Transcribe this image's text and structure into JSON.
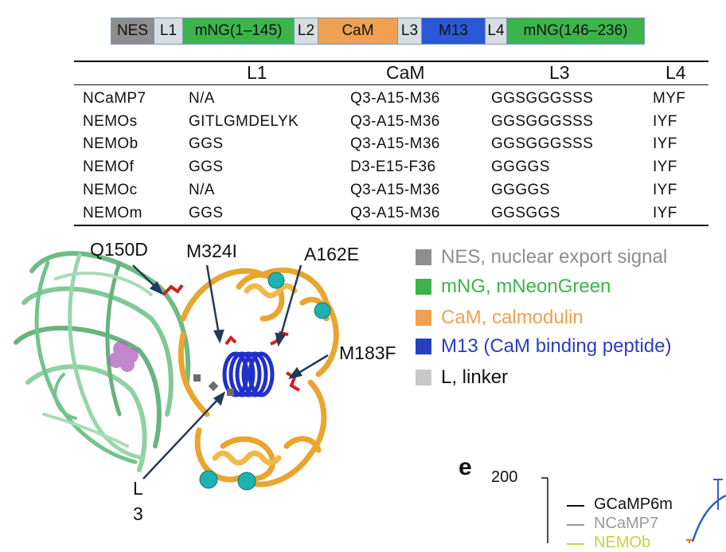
{
  "construct": {
    "segments": [
      {
        "label": "NES",
        "color": "#8e8e8e"
      },
      {
        "label": "L1",
        "color": "#d7dde1"
      },
      {
        "label": "mNG(1–145)",
        "color": "#3cb44b"
      },
      {
        "label": "L2",
        "color": "#d7dde1"
      },
      {
        "label": "CaM",
        "color": "#f0a050"
      },
      {
        "label": "L3",
        "color": "#d7dde1"
      },
      {
        "label": "M13",
        "color": "#2a58d8"
      },
      {
        "label": "L4",
        "color": "#d7dde1"
      },
      {
        "label": "mNG(146–236)",
        "color": "#3cb44b"
      }
    ]
  },
  "table": {
    "headers": {
      "l1": "L1",
      "cam": "CaM",
      "l3": "L3",
      "l4": "L4"
    },
    "rows": [
      {
        "name": "NCaMP7",
        "l1": "N/A",
        "cam": "Q3-A15-M36",
        "l3": "GGSGGGSSS",
        "l4": "MYF"
      },
      {
        "name": "NEMOs",
        "l1": "GITLGMDELYK",
        "cam": "Q3-A15-M36",
        "l3": "GGSGGGSSS",
        "l4": "IYF"
      },
      {
        "name": "NEMOb",
        "l1": "GGS",
        "cam": "Q3-A15-M36",
        "l3": "GGSGGGSSS",
        "l4": "IYF"
      },
      {
        "name": "NEMOf",
        "l1": "GGS",
        "cam": "D3-E15-F36",
        "l3": "GGGGS",
        "l4": "IYF"
      },
      {
        "name": "NEMOc",
        "l1": "N/A",
        "cam": "Q3-A15-M36",
        "l3": "GGGGS",
        "l4": "IYF"
      },
      {
        "name": "NEMOm",
        "l1": "GGS",
        "cam": "Q3-A15-M36",
        "l3": "GGSGGS",
        "l4": "IYF"
      }
    ]
  },
  "structure": {
    "mutations": {
      "q150d": "Q150D",
      "m324i": "M324I",
      "a162e": "A162E",
      "m183f": "M183F",
      "l3_line1": "L",
      "l3_line2": "3"
    }
  },
  "legend": {
    "items": [
      {
        "label": "NES, nuclear export signal",
        "color": "#8e8e8e",
        "text_color": "#8e8e8e"
      },
      {
        "label": "mNG, mNeonGreen",
        "color": "#3cb44b",
        "text_color": "#3cb44b"
      },
      {
        "label": "CaM, calmodulin",
        "color": "#f0a050",
        "text_color": "#f0a050"
      },
      {
        "label": "M13 (CaM binding peptide)",
        "color": "#2a3ec0",
        "text_color": "#2a3ec0"
      },
      {
        "label": "L, linker",
        "color": "#c8c8c8",
        "text_color": "#111111"
      }
    ]
  },
  "panel_e": {
    "letter": "e",
    "y_tick": "200",
    "legend": [
      {
        "label": "GCaMP6m",
        "color": "#111111"
      },
      {
        "label": "NCaMP7",
        "color": "#999999"
      },
      {
        "label": "NEMOb",
        "color": "#c8d040"
      }
    ]
  }
}
